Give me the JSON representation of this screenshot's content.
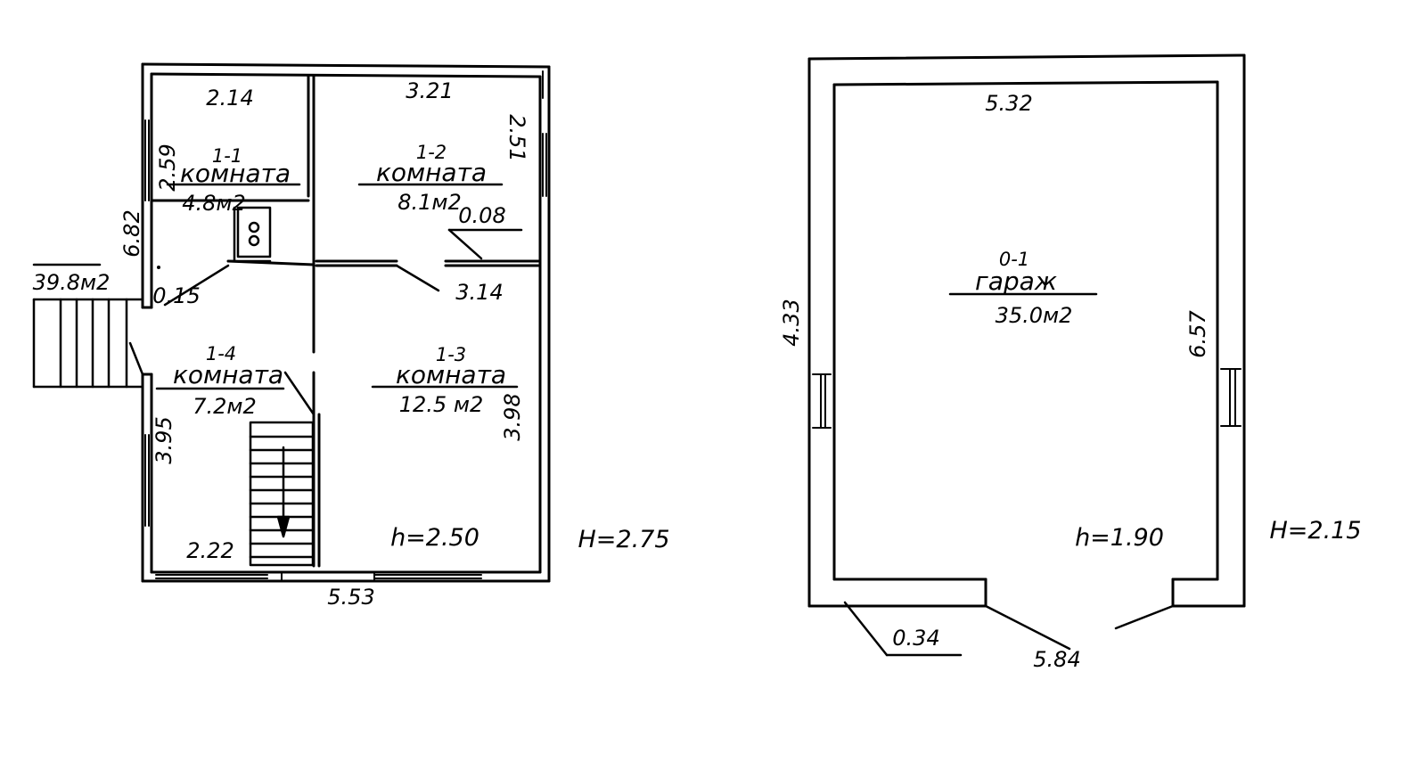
{
  "plan_left": {
    "overall_width": "5.53",
    "overall_depth": "6.82",
    "total_area": "39.8м2",
    "ceiling_height": "h=2.50",
    "building_height": "Н=2.75",
    "dimensions": {
      "top_left": "2.14",
      "top_right": "3.21",
      "left_upper": "2.59",
      "right_upper": "2.51",
      "partition": "0.08",
      "middle_right": "3.14",
      "wall": "0.15",
      "left_lower": "3.95",
      "right_lower": "3.98",
      "bottom_left": "2.22"
    },
    "rooms": [
      {
        "code": "1-1",
        "name": "комната",
        "area": "4.8м2"
      },
      {
        "code": "1-2",
        "name": "комната",
        "area": "8.1м2"
      },
      {
        "code": "1-3",
        "name": "комната",
        "area": "12.5 м2"
      },
      {
        "code": "1-4",
        "name": "комната",
        "area": "7.2м2"
      }
    ]
  },
  "plan_right": {
    "width_top": "5.32",
    "depth_left": "4.33",
    "depth_right": "6.57",
    "width_bottom": "5.84",
    "wall": "0.34",
    "ceiling_height": "h=1.90",
    "building_height": "Н=2.15",
    "room": {
      "code": "0-1",
      "name": "гараж",
      "area": "35.0м2"
    }
  }
}
